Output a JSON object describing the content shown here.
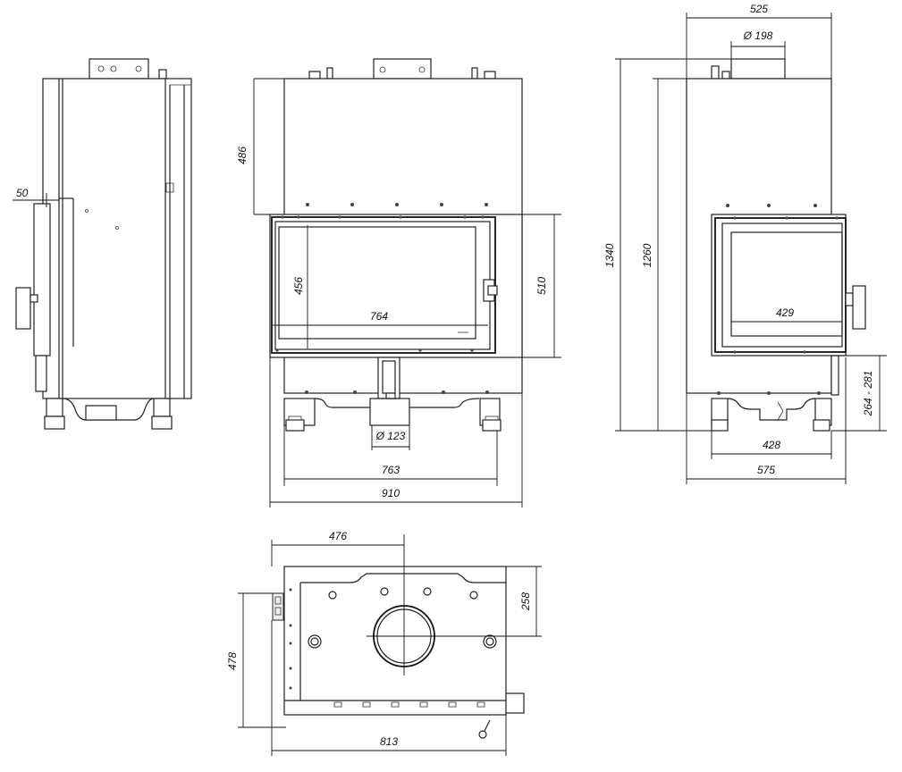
{
  "dimensions": {
    "side_offset": "50",
    "front_top_height": "486",
    "front_glass_height": "456",
    "front_glass_width": "764",
    "front_door_height": "510",
    "front_flue_diameter": "Ø 123",
    "front_base_width": "763",
    "front_total_width": "910",
    "right_top_width": "525",
    "right_flue_diameter": "Ø 198",
    "right_total_height": "1340",
    "right_body_height": "1260",
    "right_glass_width": "429",
    "right_leg_height": "264 - 281",
    "right_base_width": "428",
    "right_total_width": "575",
    "top_offset": "476",
    "top_flue_offset": "258",
    "top_depth": "478",
    "top_total_width": "813"
  }
}
